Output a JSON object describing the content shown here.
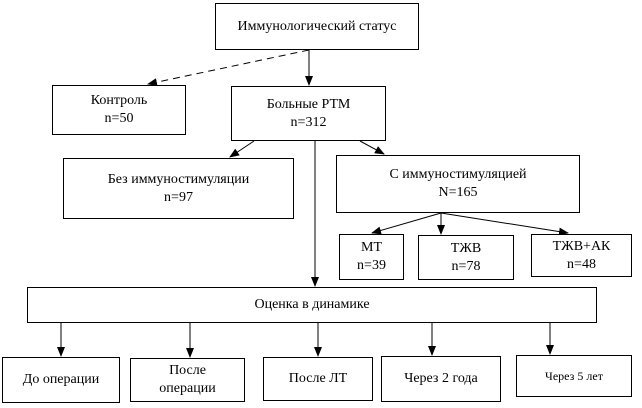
{
  "diagram": {
    "nodes": {
      "status": {
        "lines": [
          "Иммунологический статус"
        ]
      },
      "control": {
        "lines": [
          "Контроль",
          "n=50"
        ]
      },
      "patients": {
        "lines": [
          "Больные РТМ",
          "n=312"
        ]
      },
      "without": {
        "lines": [
          "Без иммуностимуляции",
          "n=97"
        ]
      },
      "with": {
        "lines": [
          "С иммуностимуляцией",
          "N=165"
        ]
      },
      "mt": {
        "lines": [
          "МТ",
          "n=39"
        ]
      },
      "tjv": {
        "lines": [
          "ТЖВ",
          "n=78"
        ]
      },
      "tjvak": {
        "lines": [
          "ТЖВ+АК",
          "n=48"
        ]
      },
      "dynamics": {
        "lines": [
          "Оценка в динамике"
        ]
      },
      "before": {
        "lines": [
          "До операции"
        ]
      },
      "after": {
        "lines": [
          "После",
          "операции"
        ]
      },
      "after_lt": {
        "lines": [
          "После ЛТ"
        ]
      },
      "two_years": {
        "lines": [
          "Через 2 года"
        ]
      },
      "five_years": {
        "lines": [
          "Через 5 лет"
        ]
      }
    },
    "edges": [
      {
        "from": "status",
        "to": "control",
        "style": "dashed"
      },
      {
        "from": "status",
        "to": "patients",
        "style": "solid"
      },
      {
        "from": "patients",
        "to": "without",
        "style": "solid"
      },
      {
        "from": "patients",
        "to": "with",
        "style": "solid"
      },
      {
        "from": "patients",
        "to": "dynamics",
        "style": "solid"
      },
      {
        "from": "with",
        "to": "mt",
        "style": "solid"
      },
      {
        "from": "with",
        "to": "tjv",
        "style": "solid"
      },
      {
        "from": "with",
        "to": "tjvak",
        "style": "solid"
      },
      {
        "from": "dynamics",
        "to": "before",
        "style": "solid"
      },
      {
        "from": "dynamics",
        "to": "after",
        "style": "solid"
      },
      {
        "from": "dynamics",
        "to": "after_lt",
        "style": "solid"
      },
      {
        "from": "dynamics",
        "to": "two_years",
        "style": "solid"
      },
      {
        "from": "dynamics",
        "to": "five_years",
        "style": "solid"
      }
    ]
  }
}
